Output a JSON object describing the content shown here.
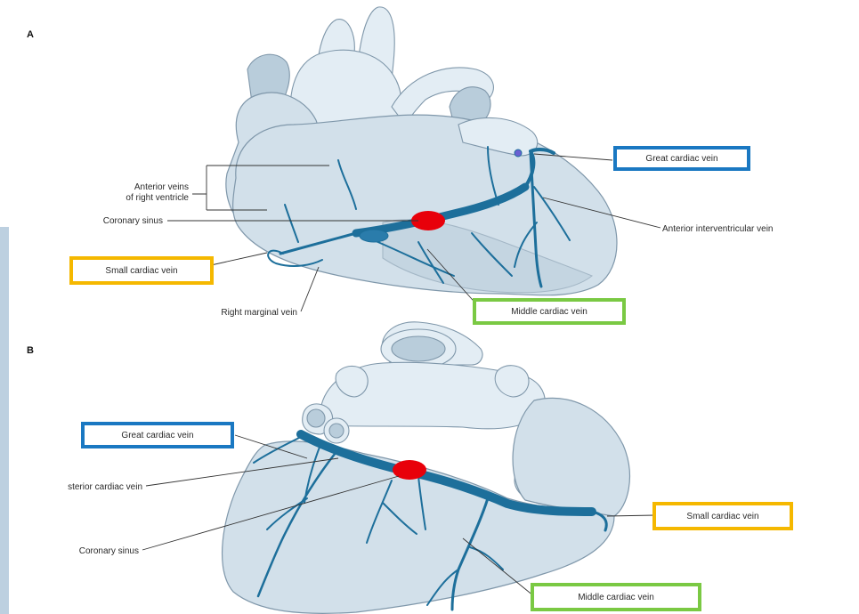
{
  "panels": [
    {
      "letter": "A"
    },
    {
      "letter": "B"
    }
  ],
  "panel_a": {
    "plain_labels": {
      "anterior_veins_line1": "Anterior veins",
      "anterior_veins_line2": "of right ventricle",
      "coronary_sinus": "Coronary sinus",
      "right_marginal_vein": "Right marginal vein",
      "anterior_interventricular_vein": "Anterior interventricular vein"
    },
    "boxed_labels": {
      "great_cardiac_vein": "Great cardiac vein",
      "small_cardiac_vein": "Small cardiac vein",
      "middle_cardiac_vein": "Middle cardiac vein"
    }
  },
  "panel_b": {
    "plain_labels": {
      "posterior_cardiac_vein": "sterior cardiac vein",
      "coronary_sinus": "Coronary sinus"
    },
    "boxed_labels": {
      "great_cardiac_vein": "Great cardiac vein",
      "small_cardiac_vein": "Small cardiac vein",
      "middle_cardiac_vein": "Middle cardiac vein"
    }
  },
  "colors": {
    "box_blue": "#1a78c2",
    "box_yellow": "#f5b800",
    "box_green": "#7ac943",
    "marker_red": "#e8000a",
    "vein": "#1d6f9b",
    "heart_fill": "#d2e0ea"
  }
}
